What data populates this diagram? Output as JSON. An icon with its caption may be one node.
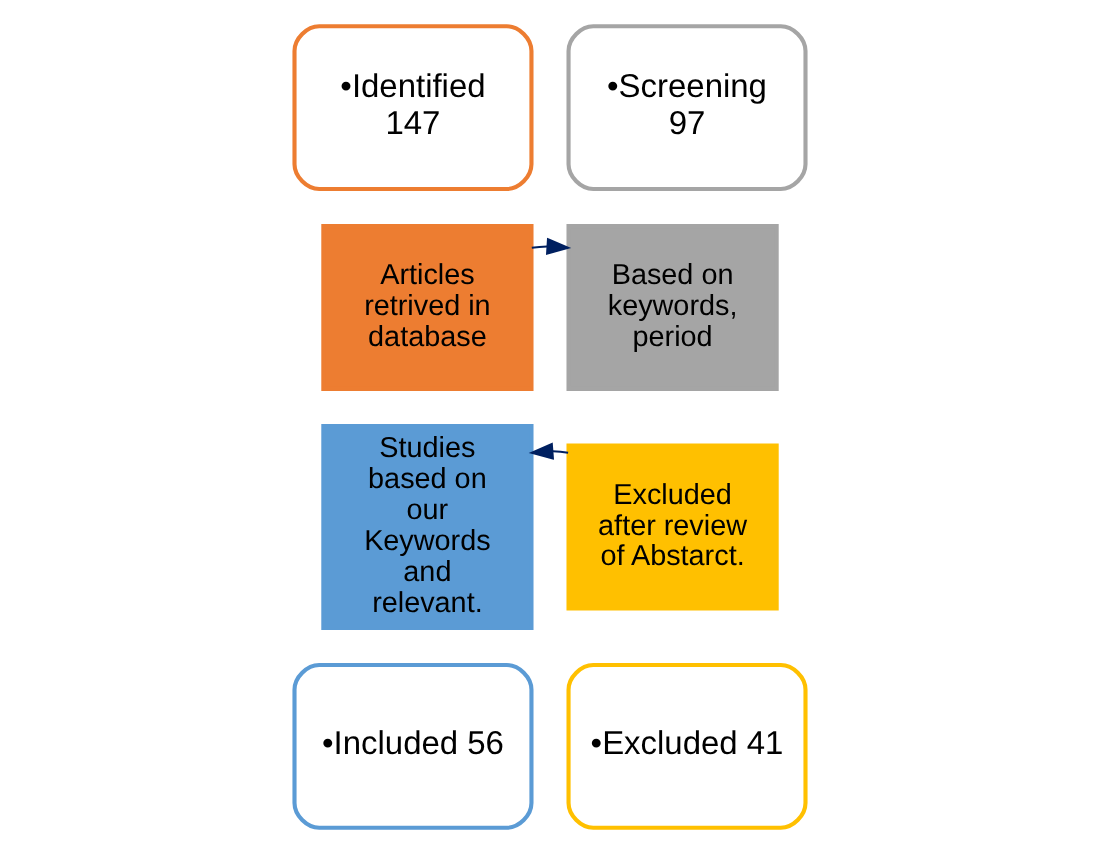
{
  "diagram": {
    "nodes": [
      {
        "text": [
          "•Identified 147"
        ]
      },
      {
        "text": [
          "•Screening 97"
        ]
      },
      {
        "text": [
          "Articles retrived in database"
        ]
      },
      {
        "text": [
          "Based on keywords, period"
        ]
      },
      {
        "text": [
          "Studies based on our Keywords and relevant."
        ]
      },
      {
        "text": [
          "Excluded after review of Abstarct."
        ]
      },
      {
        "text": [
          "•Included 56"
        ]
      },
      {
        "text": [
          "•Excluded 41"
        ]
      }
    ],
    "edges": [
      {
        "from": 2,
        "to": 3,
        "arrow": "to"
      },
      {
        "from": 5,
        "to": 4,
        "arrow": "to"
      }
    ]
  }
}
